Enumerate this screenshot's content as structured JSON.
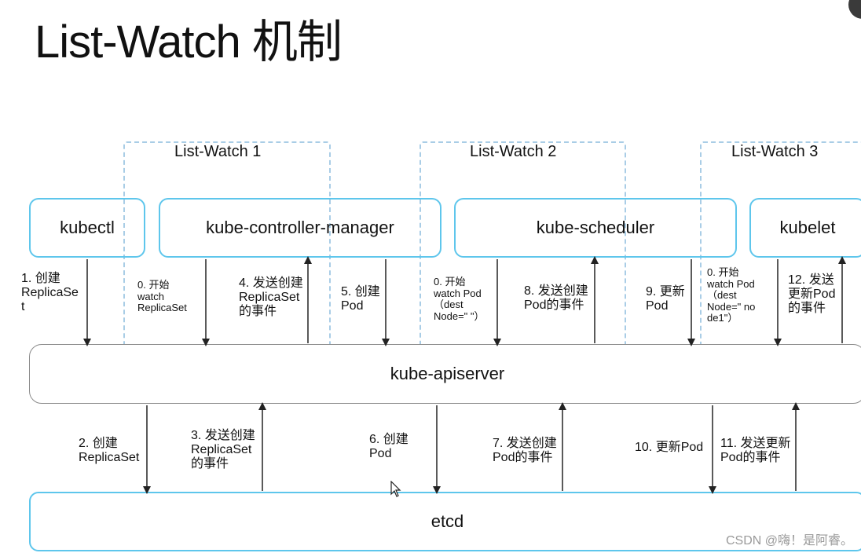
{
  "title": "List-Watch 机制",
  "groups": {
    "g1": "List-Watch 1",
    "g2": "List-Watch 2",
    "g3": "List-Watch 3"
  },
  "components": {
    "kubectl": "kubectl",
    "controller_manager": "kube-controller-manager",
    "scheduler": "kube-scheduler",
    "kubelet": "kubelet",
    "apiserver": "kube-apiserver",
    "etcd": "etcd"
  },
  "labels": {
    "l1": "1. 创建\nReplicaSe\nt",
    "l0a": "0. 开始\nwatch\nReplicaSet",
    "l4": "4. 发送创建\nReplicaSet\n的事件",
    "l5": "5. 创建\nPod",
    "l0b": "0. 开始\nwatch Pod\n（dest\nNode=\" \"）",
    "l8": "8. 发送创建\nPod的事件",
    "l9": "9. 更新\nPod",
    "l0c": "0. 开始\nwatch Pod\n（dest\nNode=\" no\nde1\"）",
    "l12": "12. 发送\n更新Pod\n的事件",
    "l2": "2. 创建\nReplicaSet",
    "l3": "3. 发送创建\nReplicaSet\n的事件",
    "l6": "6. 创建\nPod",
    "l7": "7. 发送创建\nPod的事件",
    "l10": "10. 更新Pod",
    "l11": "11. 发送更新\nPod的事件"
  },
  "watermark": "CSDN @嗨！是阿睿。",
  "colors": {
    "component_border": "#5ec6ec",
    "group_border": "#a9cde6",
    "apiserver_border": "#8a8a8a",
    "arrow": "#222222"
  }
}
